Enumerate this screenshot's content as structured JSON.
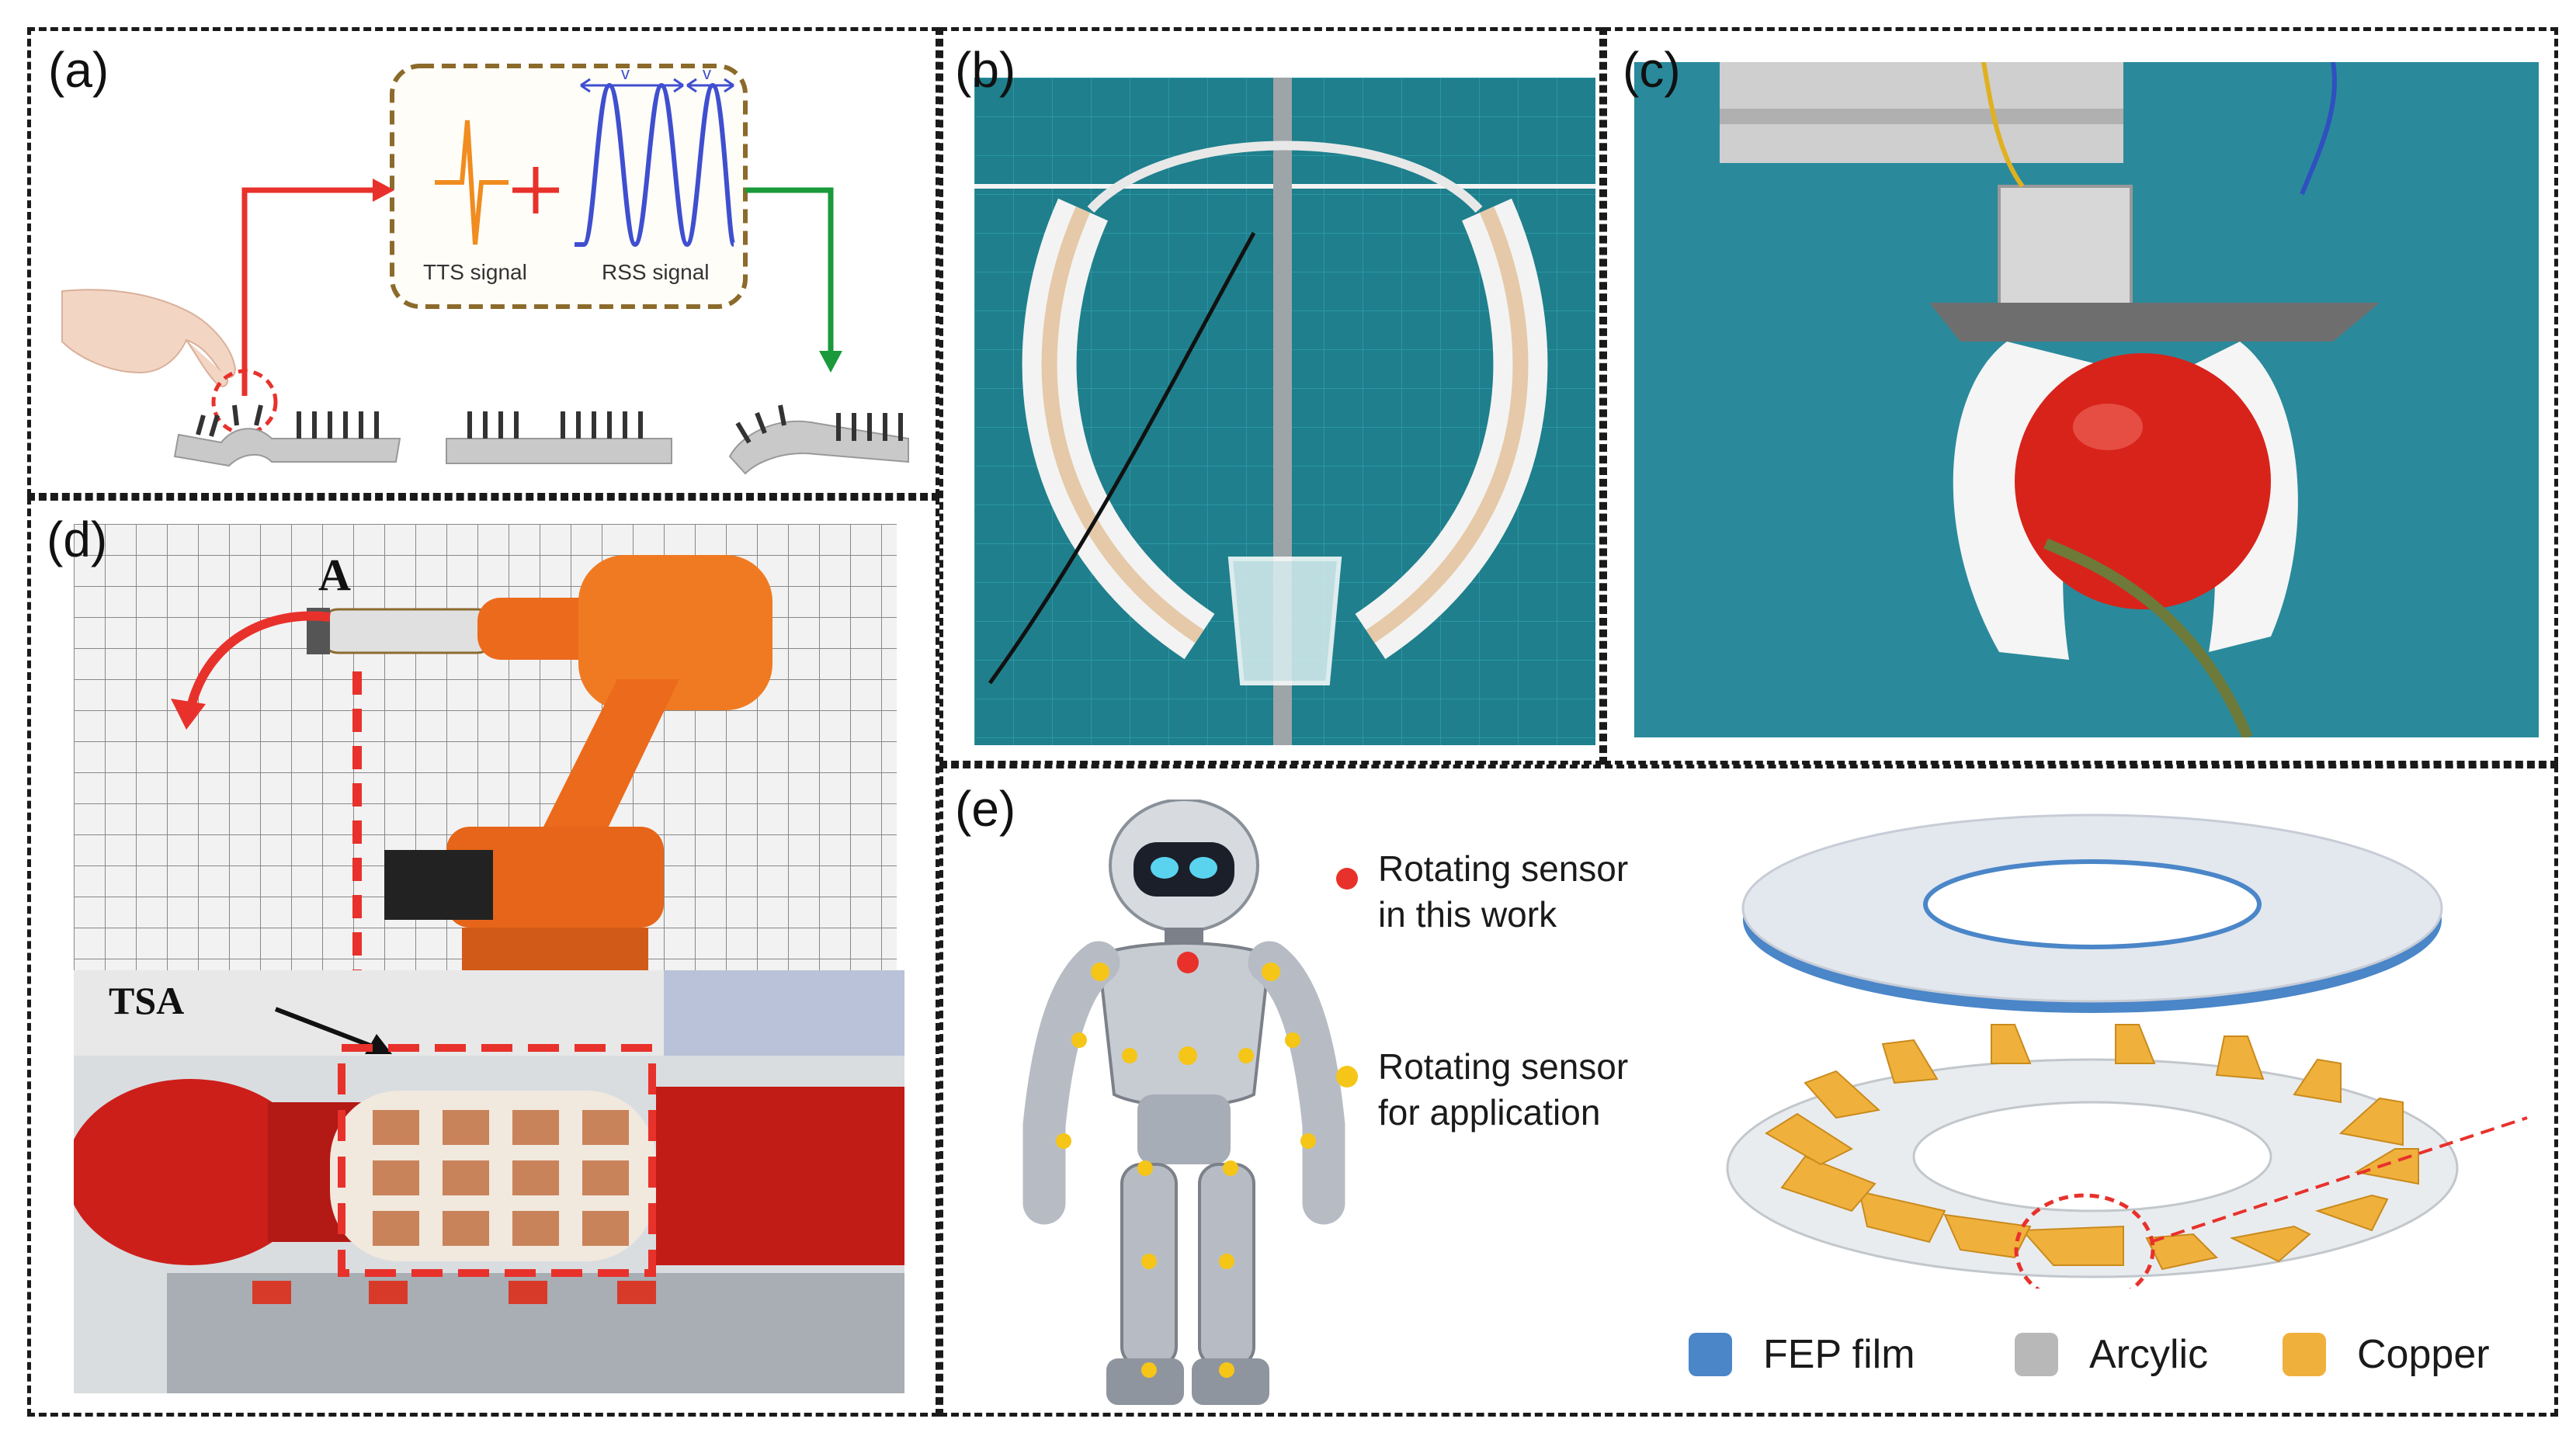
{
  "panels": {
    "a": {
      "label": "(a)",
      "tts_signal": "TTS signal",
      "rss_signal": "RSS signal",
      "plus": "+",
      "v1": "v",
      "v2": "v"
    },
    "b": {
      "label": "(b)"
    },
    "c": {
      "label": "(c)"
    },
    "d": {
      "label": "(d)",
      "point_label": "A",
      "tsa_label": "TSA"
    },
    "e": {
      "label": "(e)",
      "red_dot_text_line1": "Rotating sensor",
      "red_dot_text_line2": "in this work",
      "yellow_dot_text_line1": "Rotating sensor",
      "yellow_dot_text_line2": "for application",
      "legend": [
        {
          "text": "FEP film",
          "color": "#4a86c8"
        },
        {
          "text": "Arcylic",
          "color": "#b8b8b8"
        },
        {
          "text": "Copper",
          "color": "#f0b03c"
        }
      ]
    }
  },
  "colors": {
    "red": "#e8312b",
    "green": "#1a9a3a",
    "orange": "#f08c20",
    "teal_bg": "#1f7f8c",
    "blue_signal": "#3f4fd0"
  }
}
